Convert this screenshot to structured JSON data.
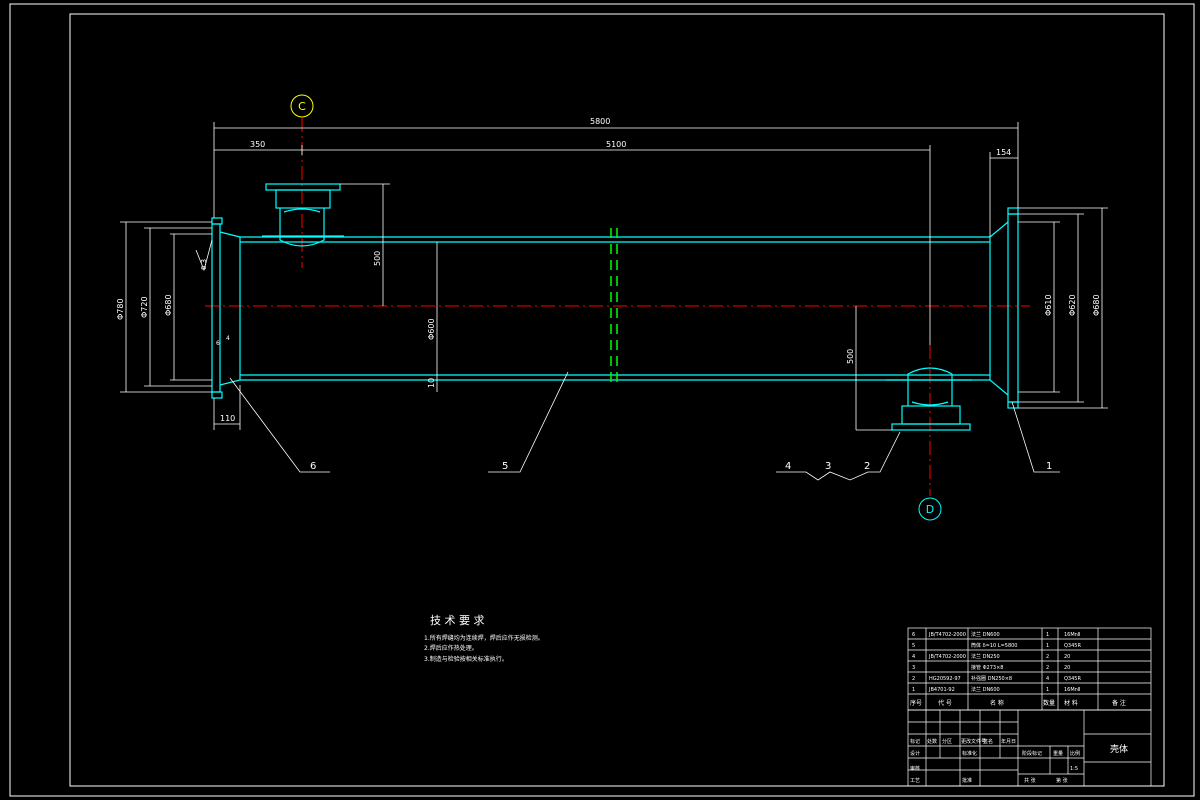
{
  "drawing": {
    "dimensions": {
      "overall_length": "5800",
      "nozzle_offset_left": "350",
      "nozzle_spacing": "5100",
      "flange_width_right": "154",
      "nozzle_height_top": "500",
      "nozzle_height_bottom": "500",
      "left_dia_outer": "Φ780",
      "left_dia_mid": "Φ720",
      "left_dia_inner": "Φ680",
      "shell_inner_dia": "Φ600",
      "shell_wall": "10",
      "right_dia_inner": "Φ610",
      "right_dia_mid": "Φ620",
      "right_dia_outer": "Φ680",
      "left_flange_width": "110",
      "gap_small": "4",
      "gap_small2": "6",
      "surface_roughness": "6.3"
    },
    "section_labels": {
      "top": "C",
      "bottom": "D"
    },
    "part_callouts": [
      "6",
      "5",
      "4",
      "3",
      "2",
      "1"
    ]
  },
  "technical_requirements": {
    "title": "技 术 要 求",
    "items": [
      "1.所有焊缝均为连续焊，焊后应作无损检测。",
      "2.焊后应作热处理。",
      "3.制造与检验按相关标准执行。"
    ]
  },
  "bom": {
    "rows": [
      {
        "no": "6",
        "code": "JB/T4702-2000",
        "name": "法兰 DN600",
        "qty": "1",
        "mat": "16MnⅡ"
      },
      {
        "no": "5",
        "code": "",
        "name": "筒体 δ=10 L=5800",
        "qty": "1",
        "mat": "Q345R"
      },
      {
        "no": "4",
        "code": "JB/T4702-2000",
        "name": "法兰 DN250",
        "qty": "2",
        "mat": "20"
      },
      {
        "no": "3",
        "code": "",
        "name": "接管 Φ273×8",
        "qty": "2",
        "mat": "20"
      },
      {
        "no": "2",
        "code": "HG20592-97",
        "name": "补强圈 DN250×8",
        "qty": "4",
        "mat": "Q345R"
      },
      {
        "no": "1",
        "code": "JB4701-92",
        "name": "法兰 DN600",
        "qty": "1",
        "mat": "16MnⅡ"
      }
    ],
    "headers": {
      "no": "序号",
      "code": "代 号",
      "name": "名 称",
      "qty": "数量",
      "mat": "材 料",
      "note": "备 注"
    }
  },
  "title_block": {
    "part_name": "壳体",
    "scale": "1:5",
    "labels": [
      "标记",
      "处数",
      "分区",
      "更改文件号",
      "签名",
      "年月日",
      "设计",
      "标准化",
      "审核",
      "工艺",
      "批准",
      "阶段标记",
      "重量",
      "比例",
      "共 张",
      "第 张"
    ]
  },
  "colors": {
    "border": "#ffffff",
    "outline": "#00ffff",
    "centerline": "#ff0000",
    "dimension": "#ffffff",
    "flange_mark": "#00ff00"
  }
}
